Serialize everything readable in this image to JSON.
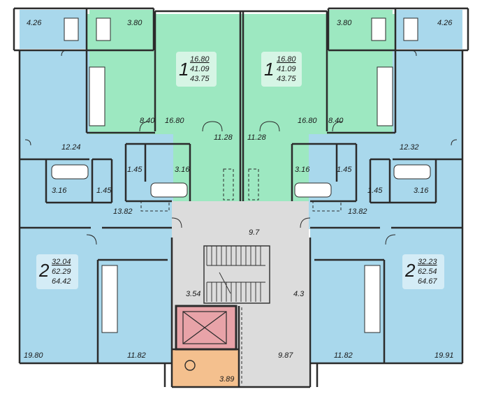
{
  "colors": {
    "apt1": "#9de8c1",
    "apt2": "#a9d8ec",
    "hall": "#dcdcdc",
    "lift": "#e8a3a8",
    "utility": "#f4c08e",
    "wall": "#2b2b2b"
  },
  "apartments": [
    {
      "rooms": "1",
      "living": "16.80",
      "area": "41.09",
      "total": "43.75"
    },
    {
      "rooms": "1",
      "living": "16.80",
      "area": "41.09",
      "total": "43.75"
    },
    {
      "rooms": "2",
      "living": "32.04",
      "area": "62.29",
      "total": "64.42"
    },
    {
      "rooms": "2",
      "living": "32.23",
      "area": "62.54",
      "total": "64.67"
    }
  ],
  "room_labels": {
    "balcony_far_left": "4.26",
    "balcony_left": "3.80",
    "balcony_right": "3.80",
    "balcony_far_right": "4.26",
    "kitchen_left": "8.40",
    "room_left": "16.80",
    "hall_left": "11.28",
    "hall_right": "11.28",
    "room_right": "16.80",
    "kitchen_right": "8.40",
    "bedroom_left": "12.24",
    "bedroom_right": "12.32",
    "bath_left_a": "1.45",
    "bath_left_b": "3.16",
    "bath_right_a": "3.16",
    "bath_right_b": "1.45",
    "bath2_left_a": "3.16",
    "bath2_left_b": "1.45",
    "bath2_right_a": "1.45",
    "bath2_right_b": "3.16",
    "corridor_left": "13.82",
    "corridor_right": "13.82",
    "lobby": "9.7",
    "stair": "3.54",
    "lobby_side": "4.3",
    "lobby_bottom": "9.87",
    "room_bl": "19.80",
    "kitchen_bl": "11.82",
    "kitchen_br": "11.82",
    "room_br": "19.91",
    "utility": "3.89"
  }
}
